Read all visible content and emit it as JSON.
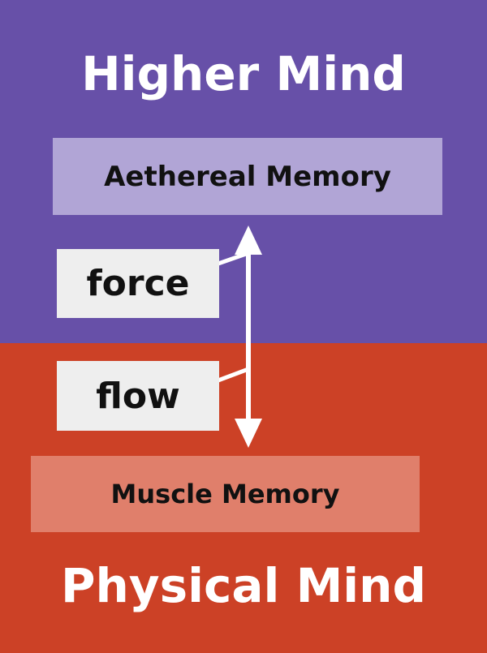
{
  "higher_mind": {
    "title": "Higher Mind",
    "color": "#6750a8",
    "memory_label": "Aethereal Memory",
    "memory_color": "#b1a5d6"
  },
  "physical_mind": {
    "title": "Physical Mind",
    "color": "#cc4126",
    "memory_label": "Muscle Memory",
    "memory_color": "#e07f6b"
  },
  "connector": {
    "up_label": "force",
    "down_label": "flow",
    "label_color": "#eeeeee",
    "arrow_color": "#ffffff"
  }
}
